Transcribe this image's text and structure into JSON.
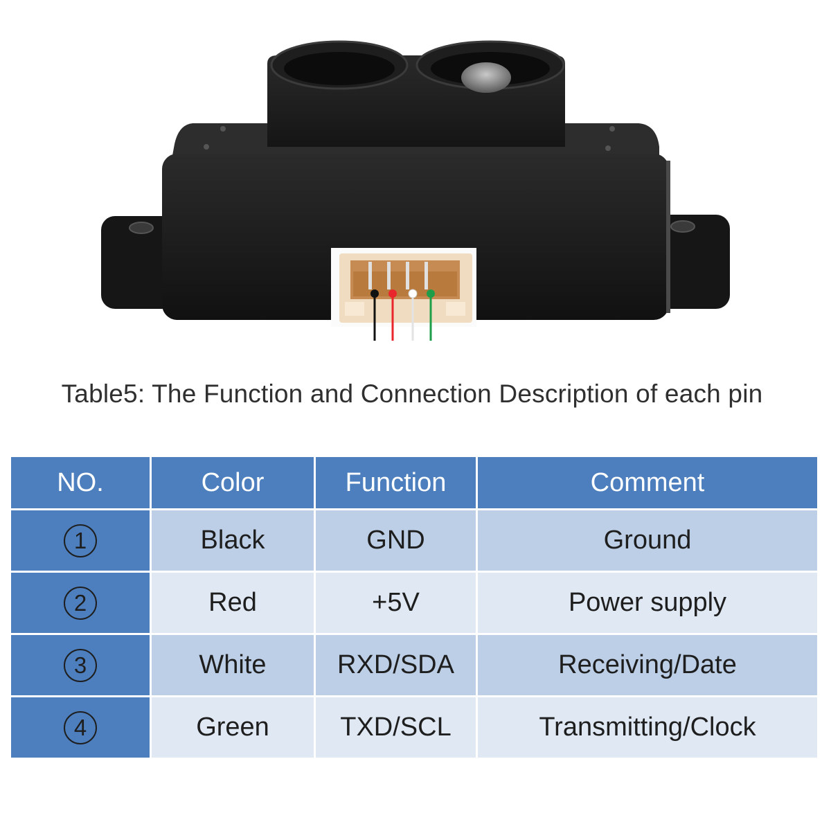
{
  "caption": "Table5: The Function and Connection Description of each pin",
  "colors": {
    "header_bg": "#4d7fbe",
    "row_dark": "#bccfe6",
    "row_light": "#dfe8f3",
    "wire_black": "#111111",
    "wire_red": "#e8262b",
    "wire_white": "#f2f2f2",
    "wire_green": "#1f9e4a"
  },
  "table": {
    "headers": [
      "NO.",
      "Color",
      "Function",
      "Comment"
    ],
    "rows": [
      {
        "no": "1",
        "color": "Black",
        "function": "GND",
        "comment": "Ground"
      },
      {
        "no": "2",
        "color": "Red",
        "function": "+5V",
        "comment": "Power supply"
      },
      {
        "no": "3",
        "color": "White",
        "function": "RXD/SDA",
        "comment": "Receiving/Date"
      },
      {
        "no": "4",
        "color": "Green",
        "function": "TXD/SCL",
        "comment": "Transmitting/Clock"
      }
    ]
  }
}
